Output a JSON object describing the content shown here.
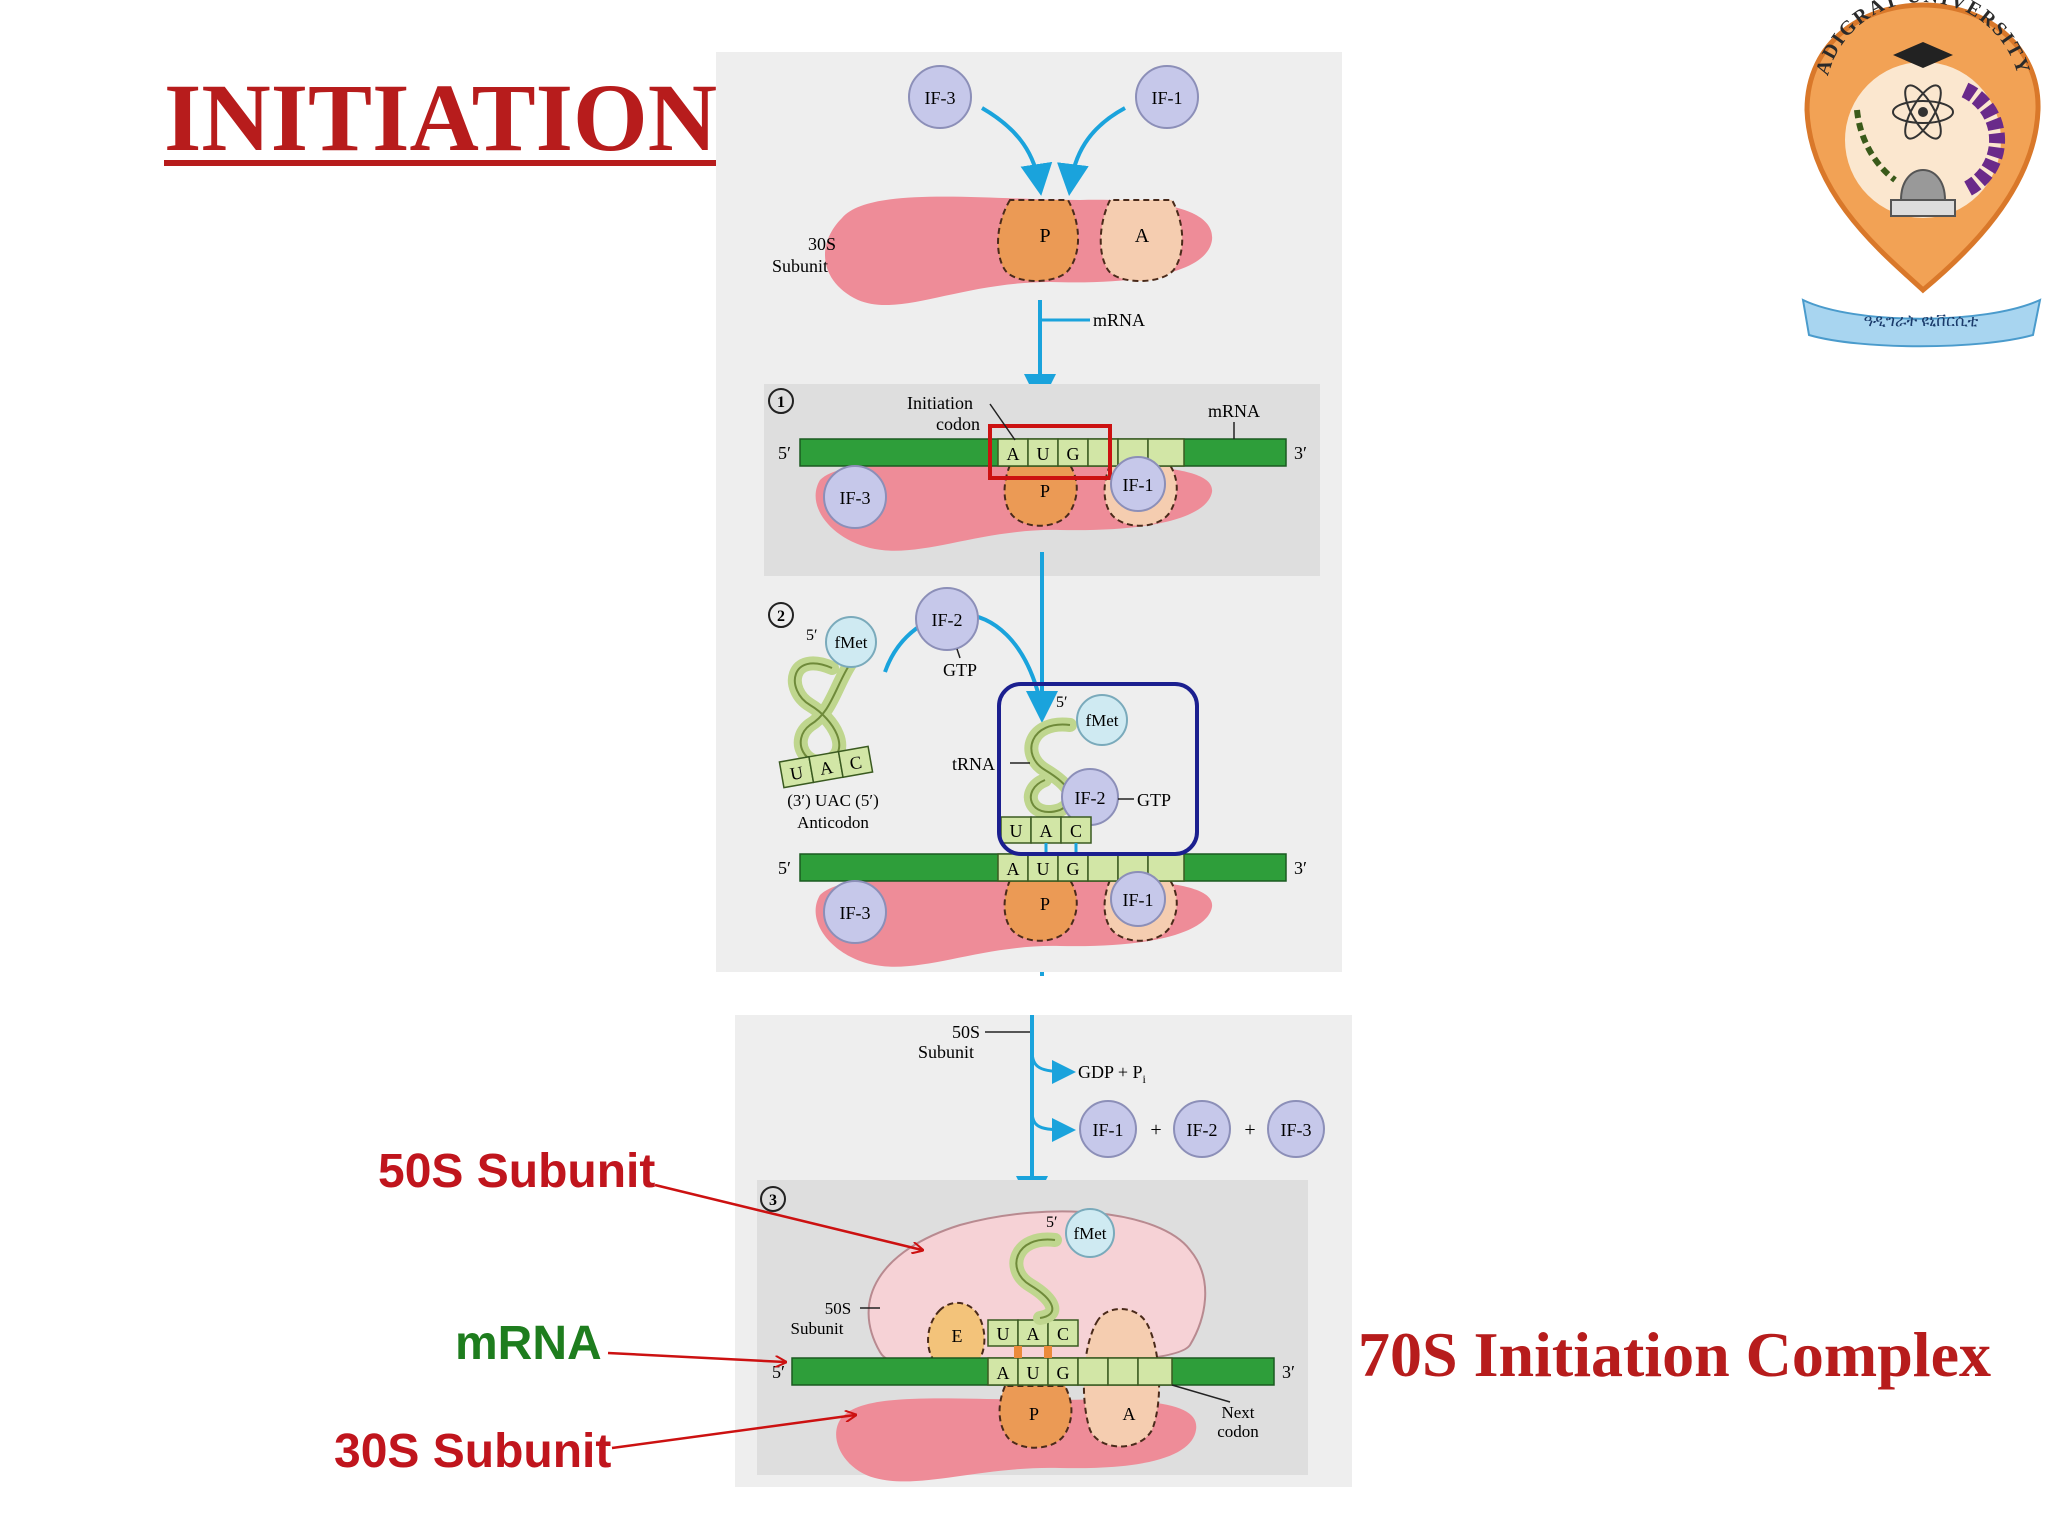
{
  "slide": {
    "title": "INITIATION",
    "complex_label": "70S Initiation Complex"
  },
  "callouts": {
    "label_50s": "50S Subunit",
    "label_mrna": "mRNA",
    "label_30s": "30S Subunit"
  },
  "panel_top": {
    "if3": "IF-3",
    "if1": "IF-1",
    "subunit_30s": [
      "30S",
      "Subunit"
    ],
    "site_p": "P",
    "site_a": "A",
    "mrna_arrow": "mRNA"
  },
  "panel_1": {
    "step": "1",
    "initiation_codon": [
      "Initiation",
      "codon"
    ],
    "mrna": "mRNA",
    "five_prime": "5′",
    "three_prime": "3′",
    "codon": [
      "A",
      "U",
      "G"
    ],
    "if3": "IF-3",
    "if1": "IF-1",
    "site_p": "P"
  },
  "panel_2": {
    "step": "2",
    "five_prime_trna": "5′",
    "fmet": "fMet",
    "if2": "IF-2",
    "gtp": "GTP",
    "anticodon": [
      "U",
      "A",
      "C"
    ],
    "anticodon_label": [
      "(3′) UAC (5′)",
      "Anticodon"
    ],
    "trna": "tRNA",
    "if2_gtp": "IF-2",
    "gtp_bound": "GTP",
    "codon": [
      "A",
      "U",
      "G"
    ],
    "five_prime": "5′",
    "three_prime": "3′",
    "if3": "IF-3",
    "if1": "IF-1",
    "site_p": "P"
  },
  "panel_3": {
    "subunit_50s": [
      "50S",
      "Subunit"
    ],
    "gdp": "GDP + P",
    "gdp_sub": "i",
    "factors": [
      "IF-1",
      "IF-2",
      "IF-3"
    ],
    "plus": "+",
    "step": "3",
    "five_prime_trna": "5′",
    "fmet": "fMet",
    "subunit_50s_inner": [
      "50S",
      "Subunit"
    ],
    "site_e": "E",
    "anticodon": [
      "U",
      "A",
      "C"
    ],
    "codon": [
      "A",
      "U",
      "G"
    ],
    "five_prime": "5′",
    "three_prime": "3′",
    "site_p": "P",
    "site_a": "A",
    "next_codon": [
      "Next",
      "codon"
    ]
  },
  "logo": {
    "ring_text": "ADIGRAT UNIVERSITY",
    "motto": "ዓዲግራት ዩኒቨርሲቲ"
  },
  "colors": {
    "title_red": "#b71c1c",
    "mrna_green": "#2e9e3a",
    "codon_green": "#d2e6a6",
    "ribo_30s": "#ee8c98",
    "ribo_50s": "#f6d2d6",
    "site_p": "#eb9a55",
    "site_a": "#f5cdb0",
    "factor": "#c6c8ea",
    "arrow_blue": "#1aa3dc",
    "highlight_red": "#cc1111",
    "highlight_blue": "#1b1f8f",
    "callout_green": "#1e7d1e",
    "panel_bg": "#dedede"
  }
}
